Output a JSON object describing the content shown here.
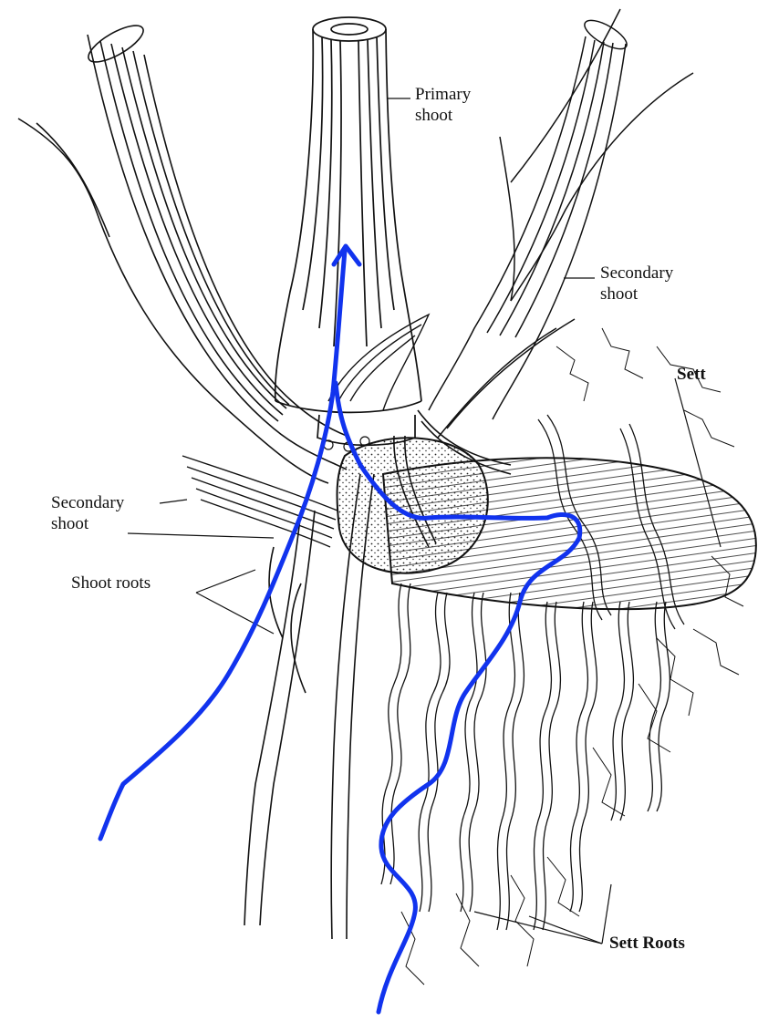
{
  "labels": {
    "primary_shoot": [
      "Primary",
      "shoot"
    ],
    "secondary_shoot_right": [
      "Secondary",
      "shoot"
    ],
    "sett": "Sett",
    "secondary_shoot_left": [
      "Secondary",
      "shoot"
    ],
    "shoot_roots": "Shoot roots",
    "sett_roots": "Sett Roots"
  },
  "colors": {
    "ink": "#111111",
    "arrow": "#1133ee",
    "fill_stipple": "#f4f4f4"
  },
  "icons": {
    "arrowhead": "arrow-up-head"
  }
}
